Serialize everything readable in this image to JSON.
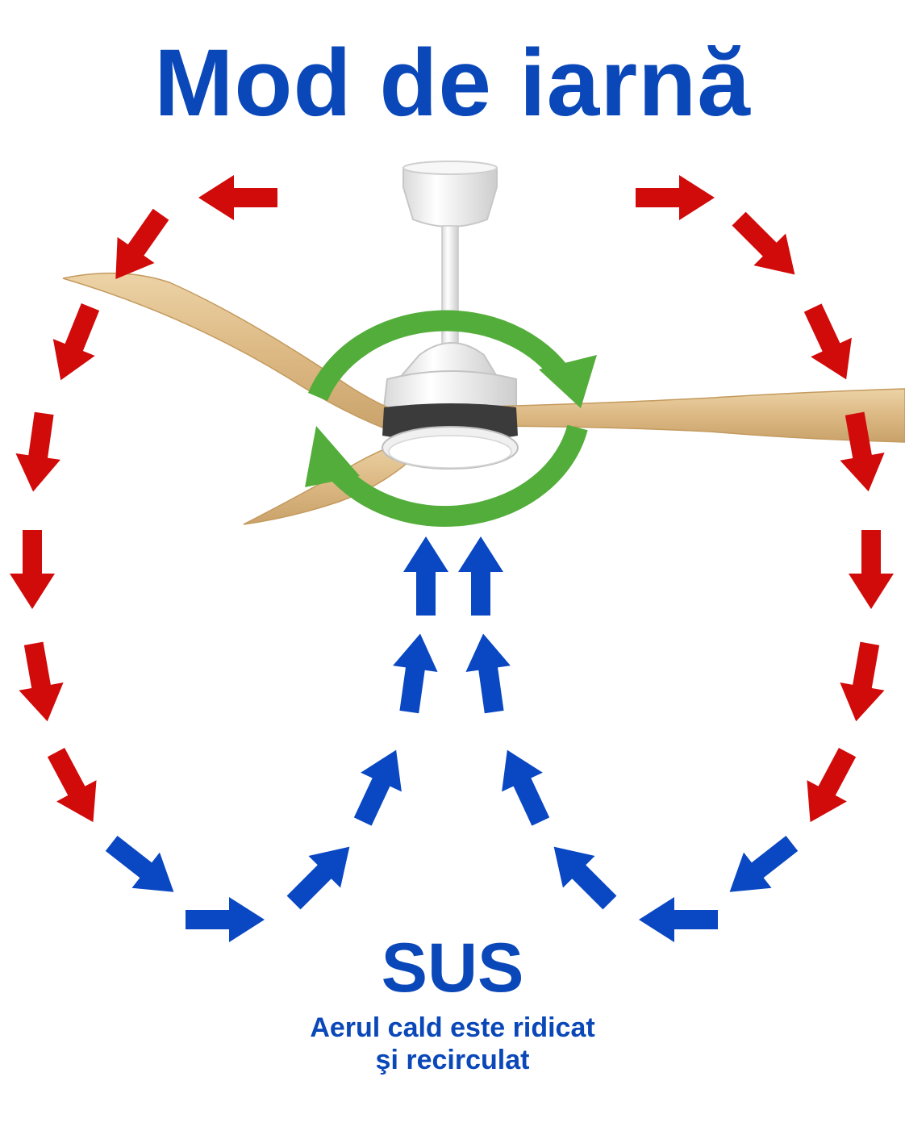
{
  "title": "Mod de iarnă",
  "direction_label": "SUS",
  "caption_lines": [
    "Aerul cald este ridicat",
    "şi recirculat"
  ],
  "colors": {
    "title": "#0a47b8",
    "warm_air_arrow": "#d10a0a",
    "cool_air_arrow": "#0a47c2",
    "rotation_arrow": "#53ad3a",
    "blade_wood": "#dcb883",
    "blade_wood_light": "#ecd3a6",
    "fan_body": "#f4f4f4",
    "fan_shadow": "#cfcfcf"
  },
  "icons": {
    "fan": "ceiling-fan-icon",
    "rotation": "rotation-arrows-icon",
    "warm_arrow": "red-arrow-icon",
    "cool_arrow": "blue-arrow-icon"
  }
}
